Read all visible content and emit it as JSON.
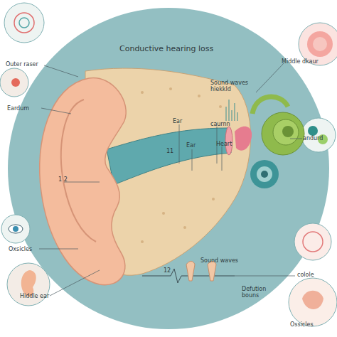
{
  "diagram": {
    "title": "Conductive hearing loss",
    "labels": [
      "Outer raser",
      "Middle dkaur",
      "Eardum",
      "Sound waves hiekkld",
      "Ear",
      "caurnn",
      "Ear",
      "Heart",
      "andurd",
      "11",
      "1 2",
      "Oxsicles",
      "Sound waves",
      "12",
      "Defution bouns",
      "Hiddle ear",
      "colole",
      "Ossicles"
    ]
  }
}
